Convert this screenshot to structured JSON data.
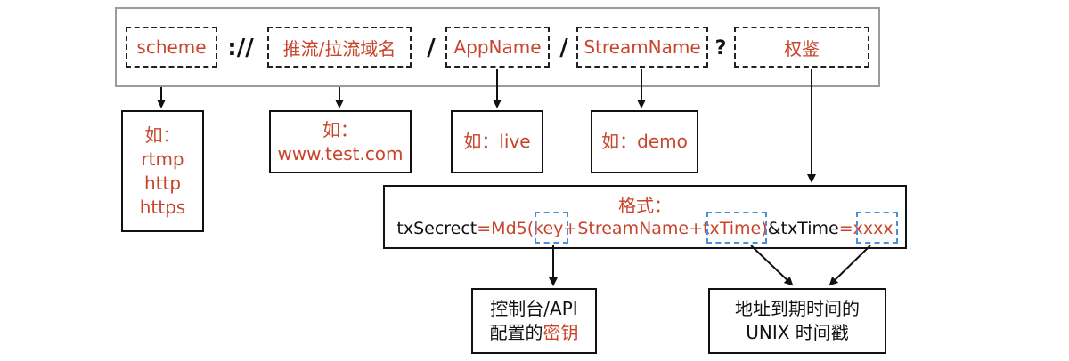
{
  "url_parts": {
    "scheme": "scheme",
    "sep_colon": "://",
    "domain": "推流/拉流域名",
    "slash1": "/",
    "appname": "AppName",
    "slash2": "/",
    "streamname": "StreamName",
    "question": "?",
    "auth": "权鉴"
  },
  "examples": {
    "scheme": {
      "prefix": "如：",
      "lines": [
        "rtmp",
        "http",
        "https"
      ]
    },
    "domain": {
      "prefix": "如：",
      "value": "www.test.com"
    },
    "appname": {
      "text": "如：live"
    },
    "streamname": {
      "text": "如：demo"
    }
  },
  "format_box": {
    "title": "格式：",
    "seg1": "txSecrect",
    "seg2": "=Md5(",
    "seg3": "key",
    "seg4": "+StreamName+",
    "seg5": "txTime",
    "seg6": ")",
    "seg7": "&txTime",
    "seg8": "=",
    "seg9": "xxxx"
  },
  "key_box": {
    "line1": "控制台/API",
    "line2_black": "配置的",
    "line2_red": "密钥"
  },
  "time_box": {
    "line1": "地址到期时间的",
    "line2": "UNIX 时间戳"
  },
  "colors": {
    "accent_red": "#c8442b",
    "blue_dash": "#4d8fd6",
    "outer_border": "#9b9b9b"
  }
}
